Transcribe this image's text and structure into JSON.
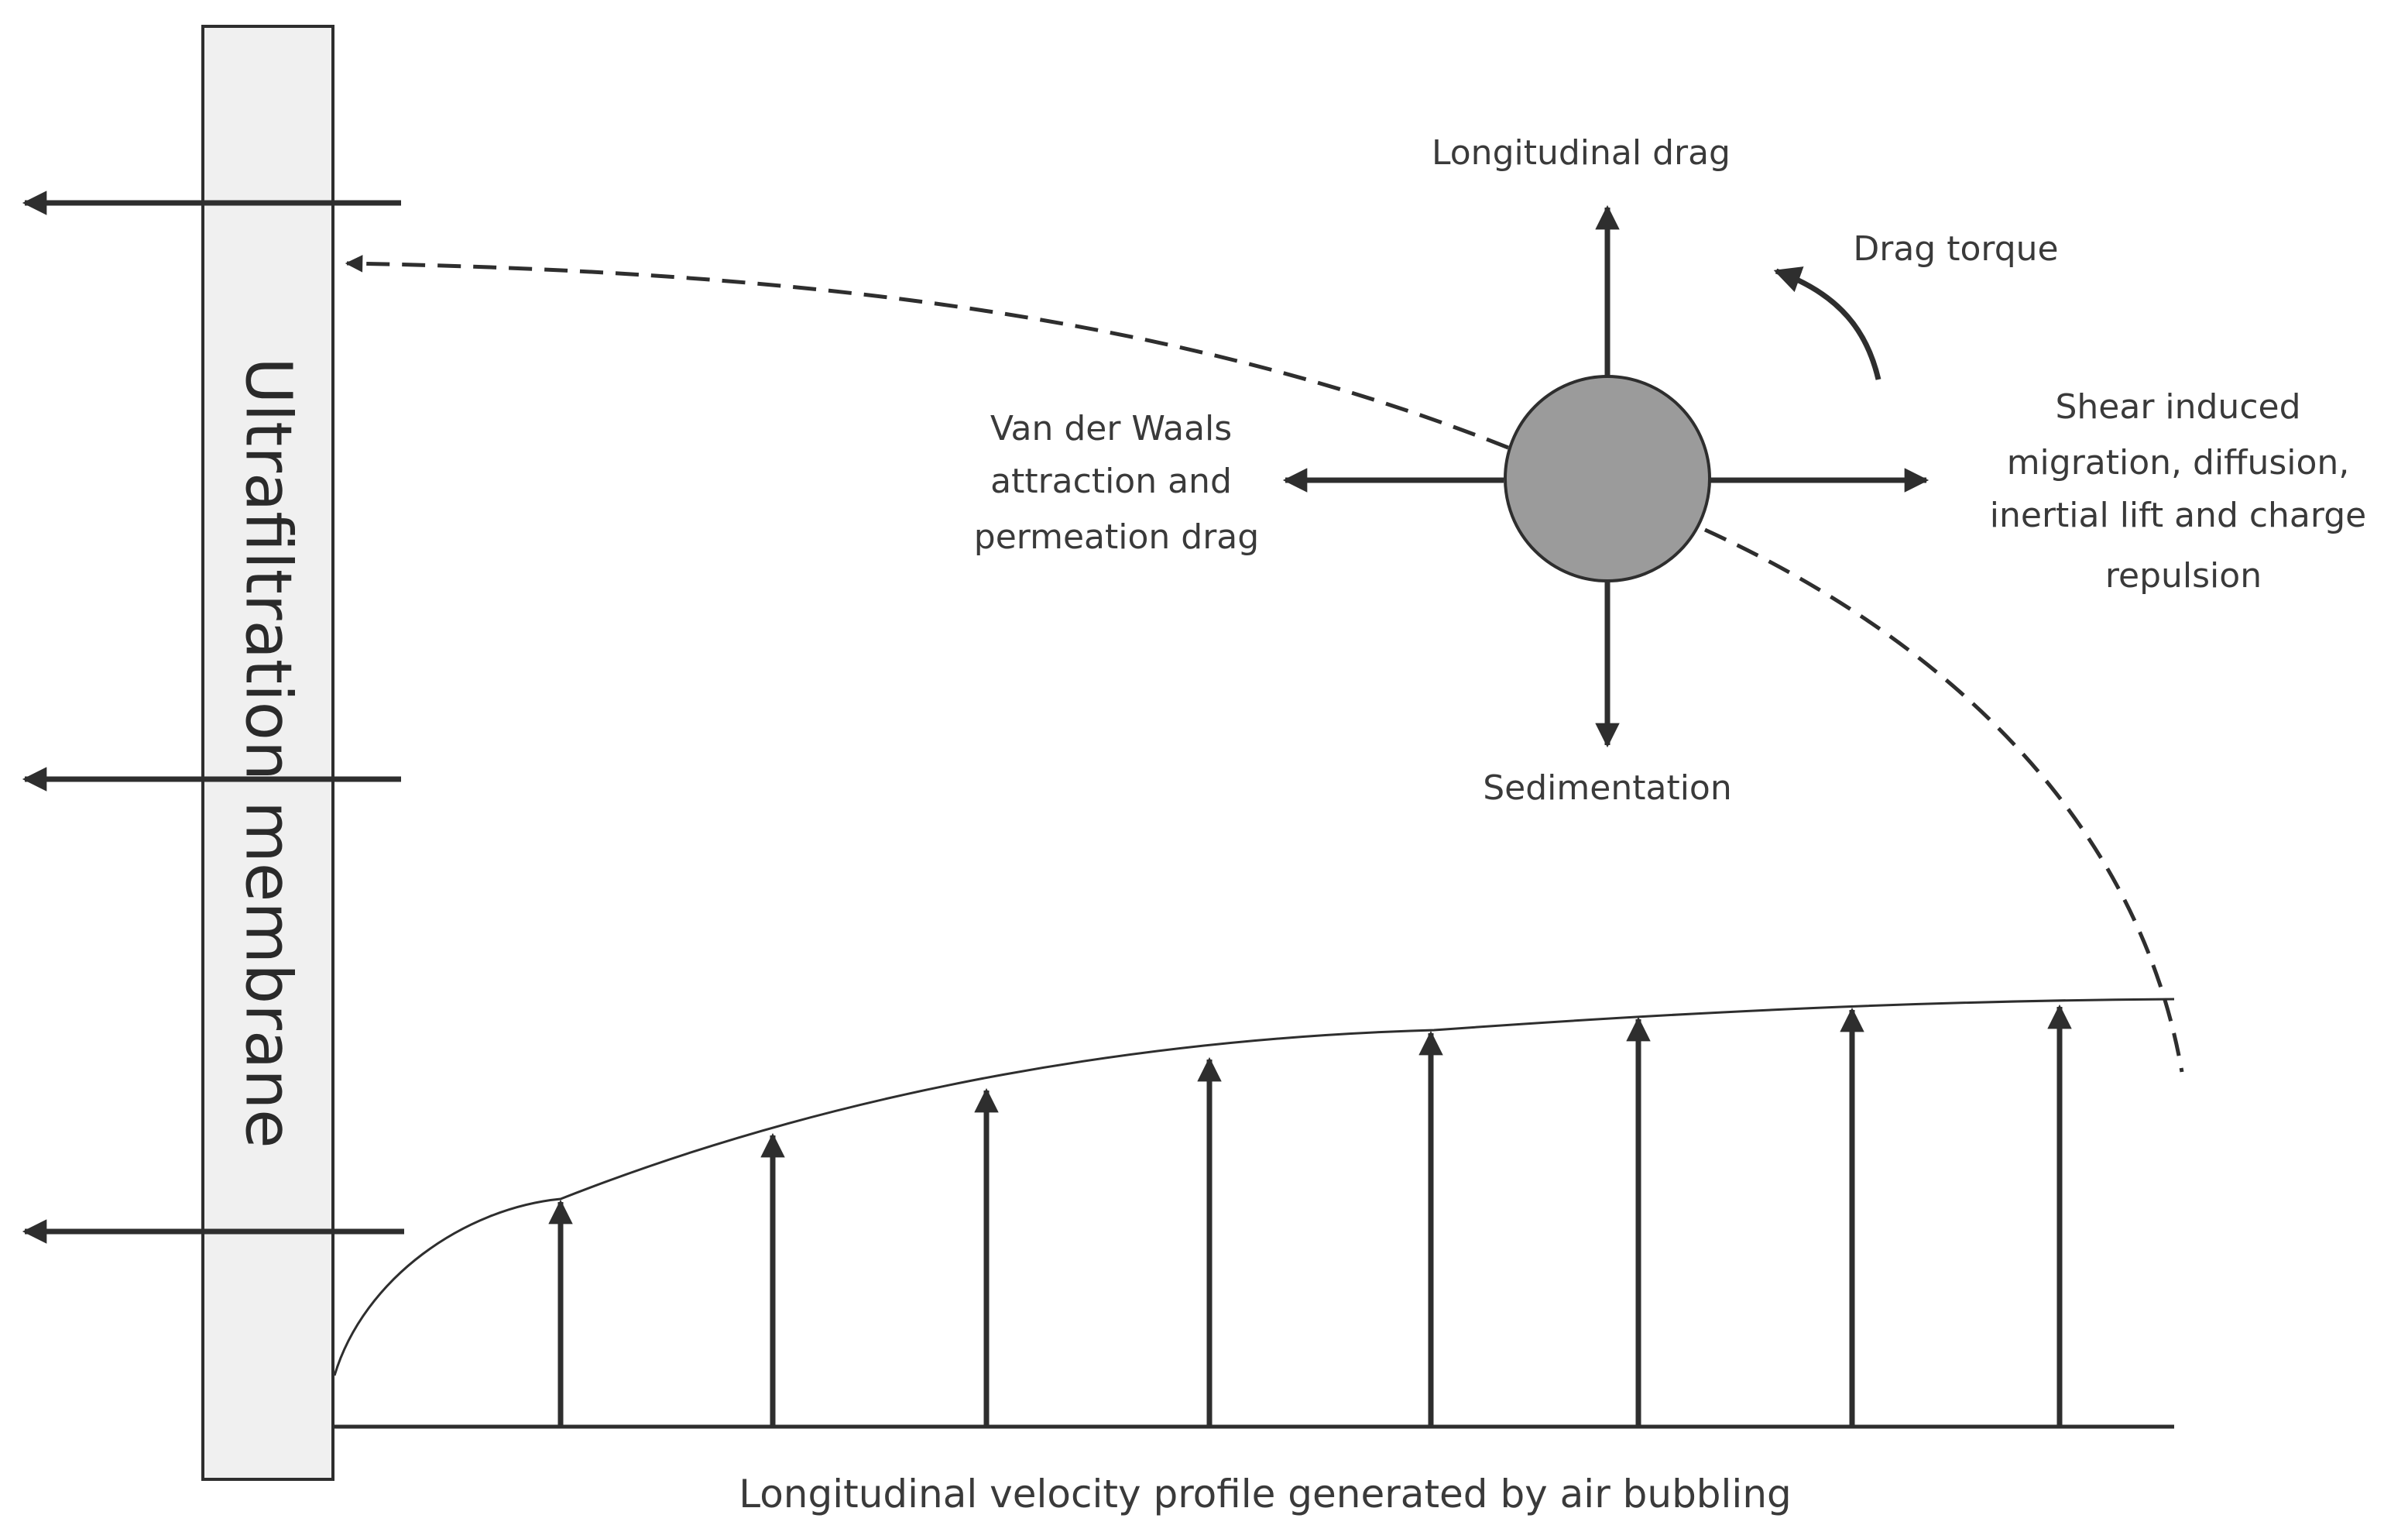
{
  "membrane": {
    "label": "Ultrafiltration membrane"
  },
  "particle_forces": {
    "up": "Longitudinal drag",
    "down": "Sedimentation",
    "torque": "Drag torque",
    "left_lines": [
      "Van der Waals",
      "attraction and",
      "permeation drag"
    ],
    "right_lines": [
      "Shear induced",
      "migration, diffusion,",
      "inertial lift and charge",
      "repulsion"
    ]
  },
  "bottom_caption": "Longitudinal velocity profile generated by air bubbling",
  "colors": {
    "line": "#2e2e2e",
    "particle_fill": "#9b9b9b",
    "membrane_fill": "#f0f0f0",
    "text": "#3a3a3a"
  }
}
